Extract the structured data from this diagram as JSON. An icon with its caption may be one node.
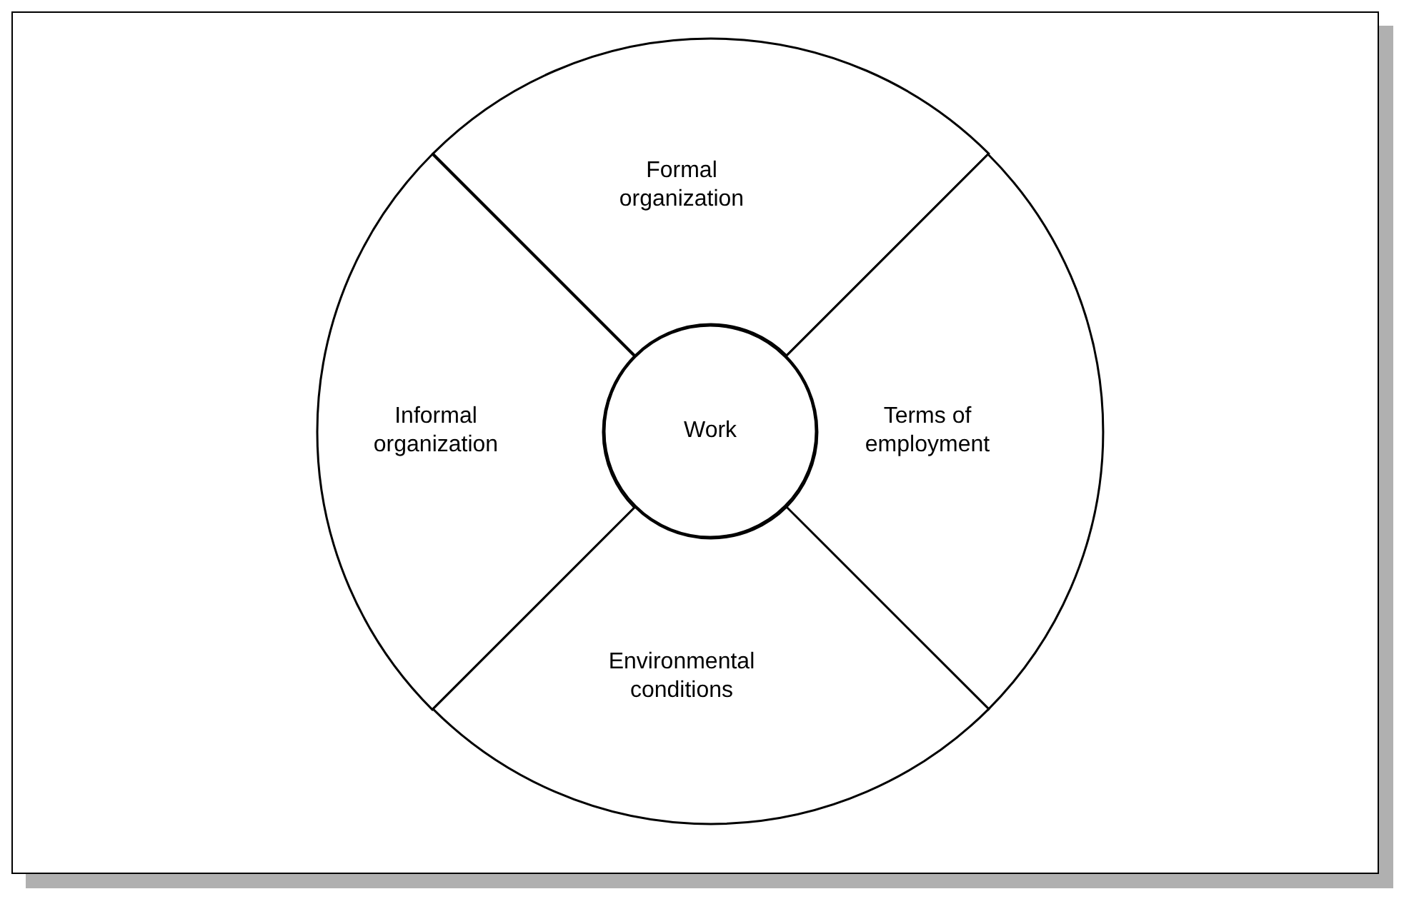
{
  "diagram": {
    "nodes": [
      {
        "text": [],
        "shape": "circle"
      },
      {
        "text": [
          "Formal organization"
        ],
        "in": 0
      },
      {
        "text": [
          "Informal organization"
        ],
        "in": 0
      },
      {
        "text": [
          "Work"
        ],
        "in": 0
      },
      {
        "text": [
          "Terms of employment"
        ],
        "in": 0
      },
      {
        "text": [
          "Environmental conditions"
        ],
        "in": 0
      }
    ]
  }
}
